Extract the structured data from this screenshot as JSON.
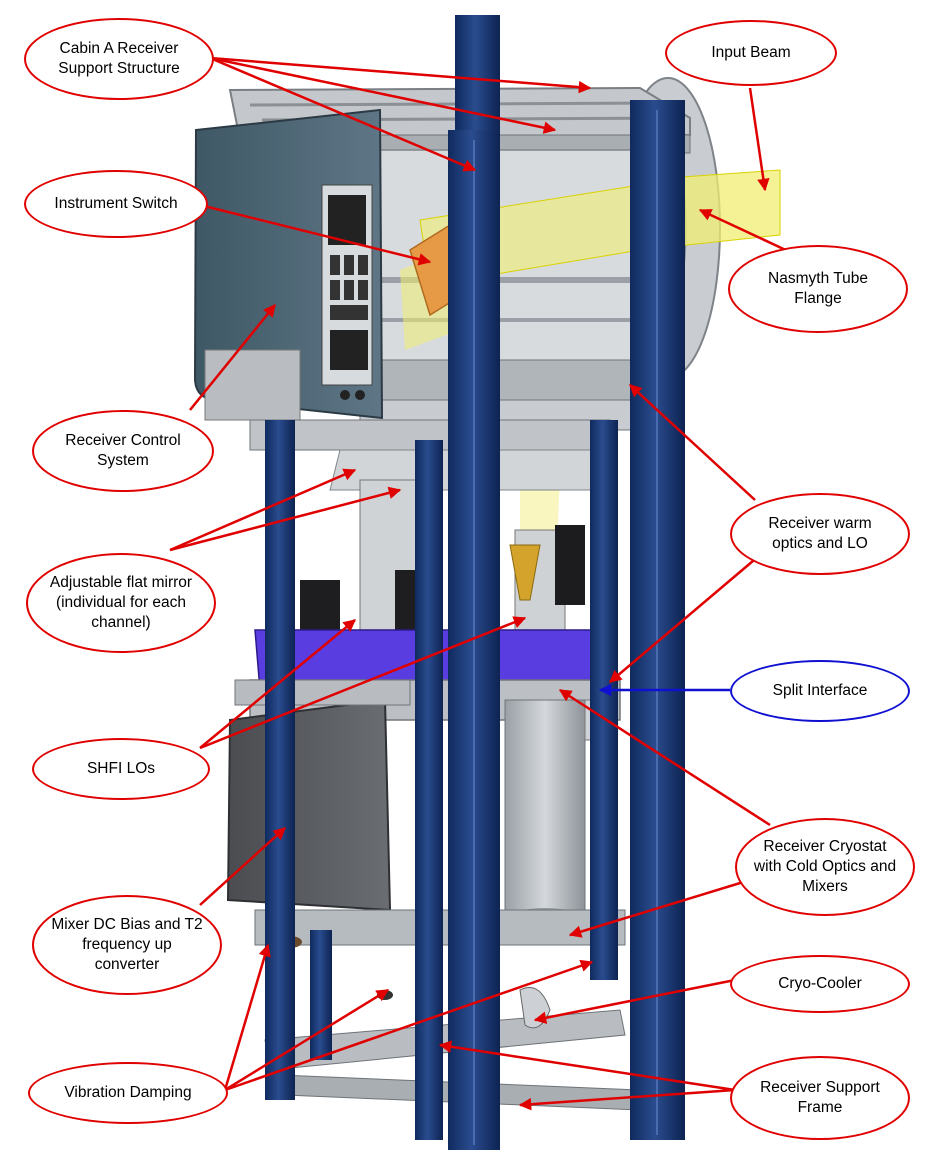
{
  "diagram": {
    "colors": {
      "callout_red": "#e00000",
      "callout_blue": "#1010d0",
      "frame_blue": "#1c3c7a",
      "metal_gray": "#b7bcc2",
      "beam_yellow": "#f2ee72",
      "platform_purple": "#5a3de0"
    },
    "labels": {
      "cabin": "Cabin A Receiver Support Structure",
      "input_beam": "Input Beam",
      "instrument_switch": "Instrument Switch",
      "nasmyth": "Nasmyth Tube Flange",
      "control": "Receiver Control System",
      "warm_optics": "Receiver warm optics and LO",
      "flat_mirror": "Adjustable flat mirror (individual for each channel)",
      "split": "Split Interface",
      "shfi": "SHFI LOs",
      "cryostat": "Receiver Cryostat with Cold Optics and Mixers",
      "mixer_bias": "Mixer DC Bias and T2 frequency up converter",
      "cryo_cooler": "Cryo-Cooler",
      "vibration": "Vibration Damping",
      "support_frame": "Receiver Support Frame"
    }
  }
}
